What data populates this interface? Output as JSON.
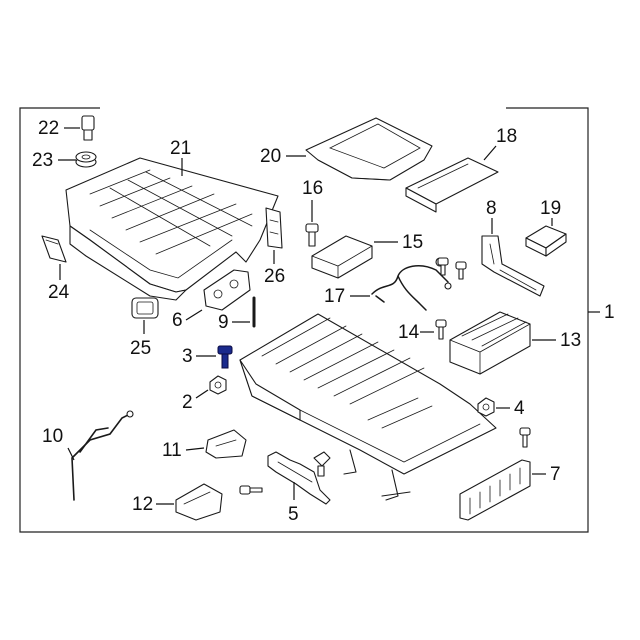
{
  "diagram": {
    "labels": {
      "p1": "1",
      "p2": "2",
      "p3": "3",
      "p4": "4",
      "p5": "5",
      "p6": "6",
      "p7": "7",
      "p8": "8",
      "p9": "9",
      "p10": "10",
      "p11": "11",
      "p12": "12",
      "p13": "13",
      "p14": "14",
      "p15": "15",
      "p16": "16",
      "p17": "17",
      "p18": "18",
      "p19": "19",
      "p20": "20",
      "p21": "21",
      "p22": "22",
      "p23": "23",
      "p24": "24",
      "p25": "25",
      "p26": "26"
    },
    "highlight_part": "3",
    "highlight_color": "#1a2a8c",
    "line_color": "#1a1a1a"
  }
}
